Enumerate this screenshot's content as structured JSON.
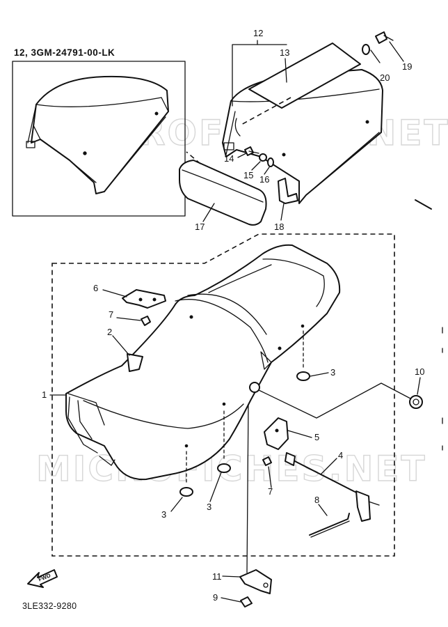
{
  "inset_title": "12, 3GM-24791-00-LK",
  "drawing_code": "3LE332-9280",
  "watermark_text": "MICROFICHES.NET",
  "forward_label": "FWD",
  "callouts": {
    "n1": "1",
    "n2": "2",
    "n3a": "3",
    "n3b": "3",
    "n3c": "3",
    "n4": "4",
    "n5": "5",
    "n6": "6",
    "n7a": "7",
    "n7b": "7",
    "n8": "8",
    "n9": "9",
    "n10": "10",
    "n11": "11",
    "n12": "12",
    "n13": "13",
    "n14": "14",
    "n15": "15",
    "n16": "16",
    "n17": "17",
    "n18": "18",
    "n19": "19",
    "n20": "20"
  }
}
